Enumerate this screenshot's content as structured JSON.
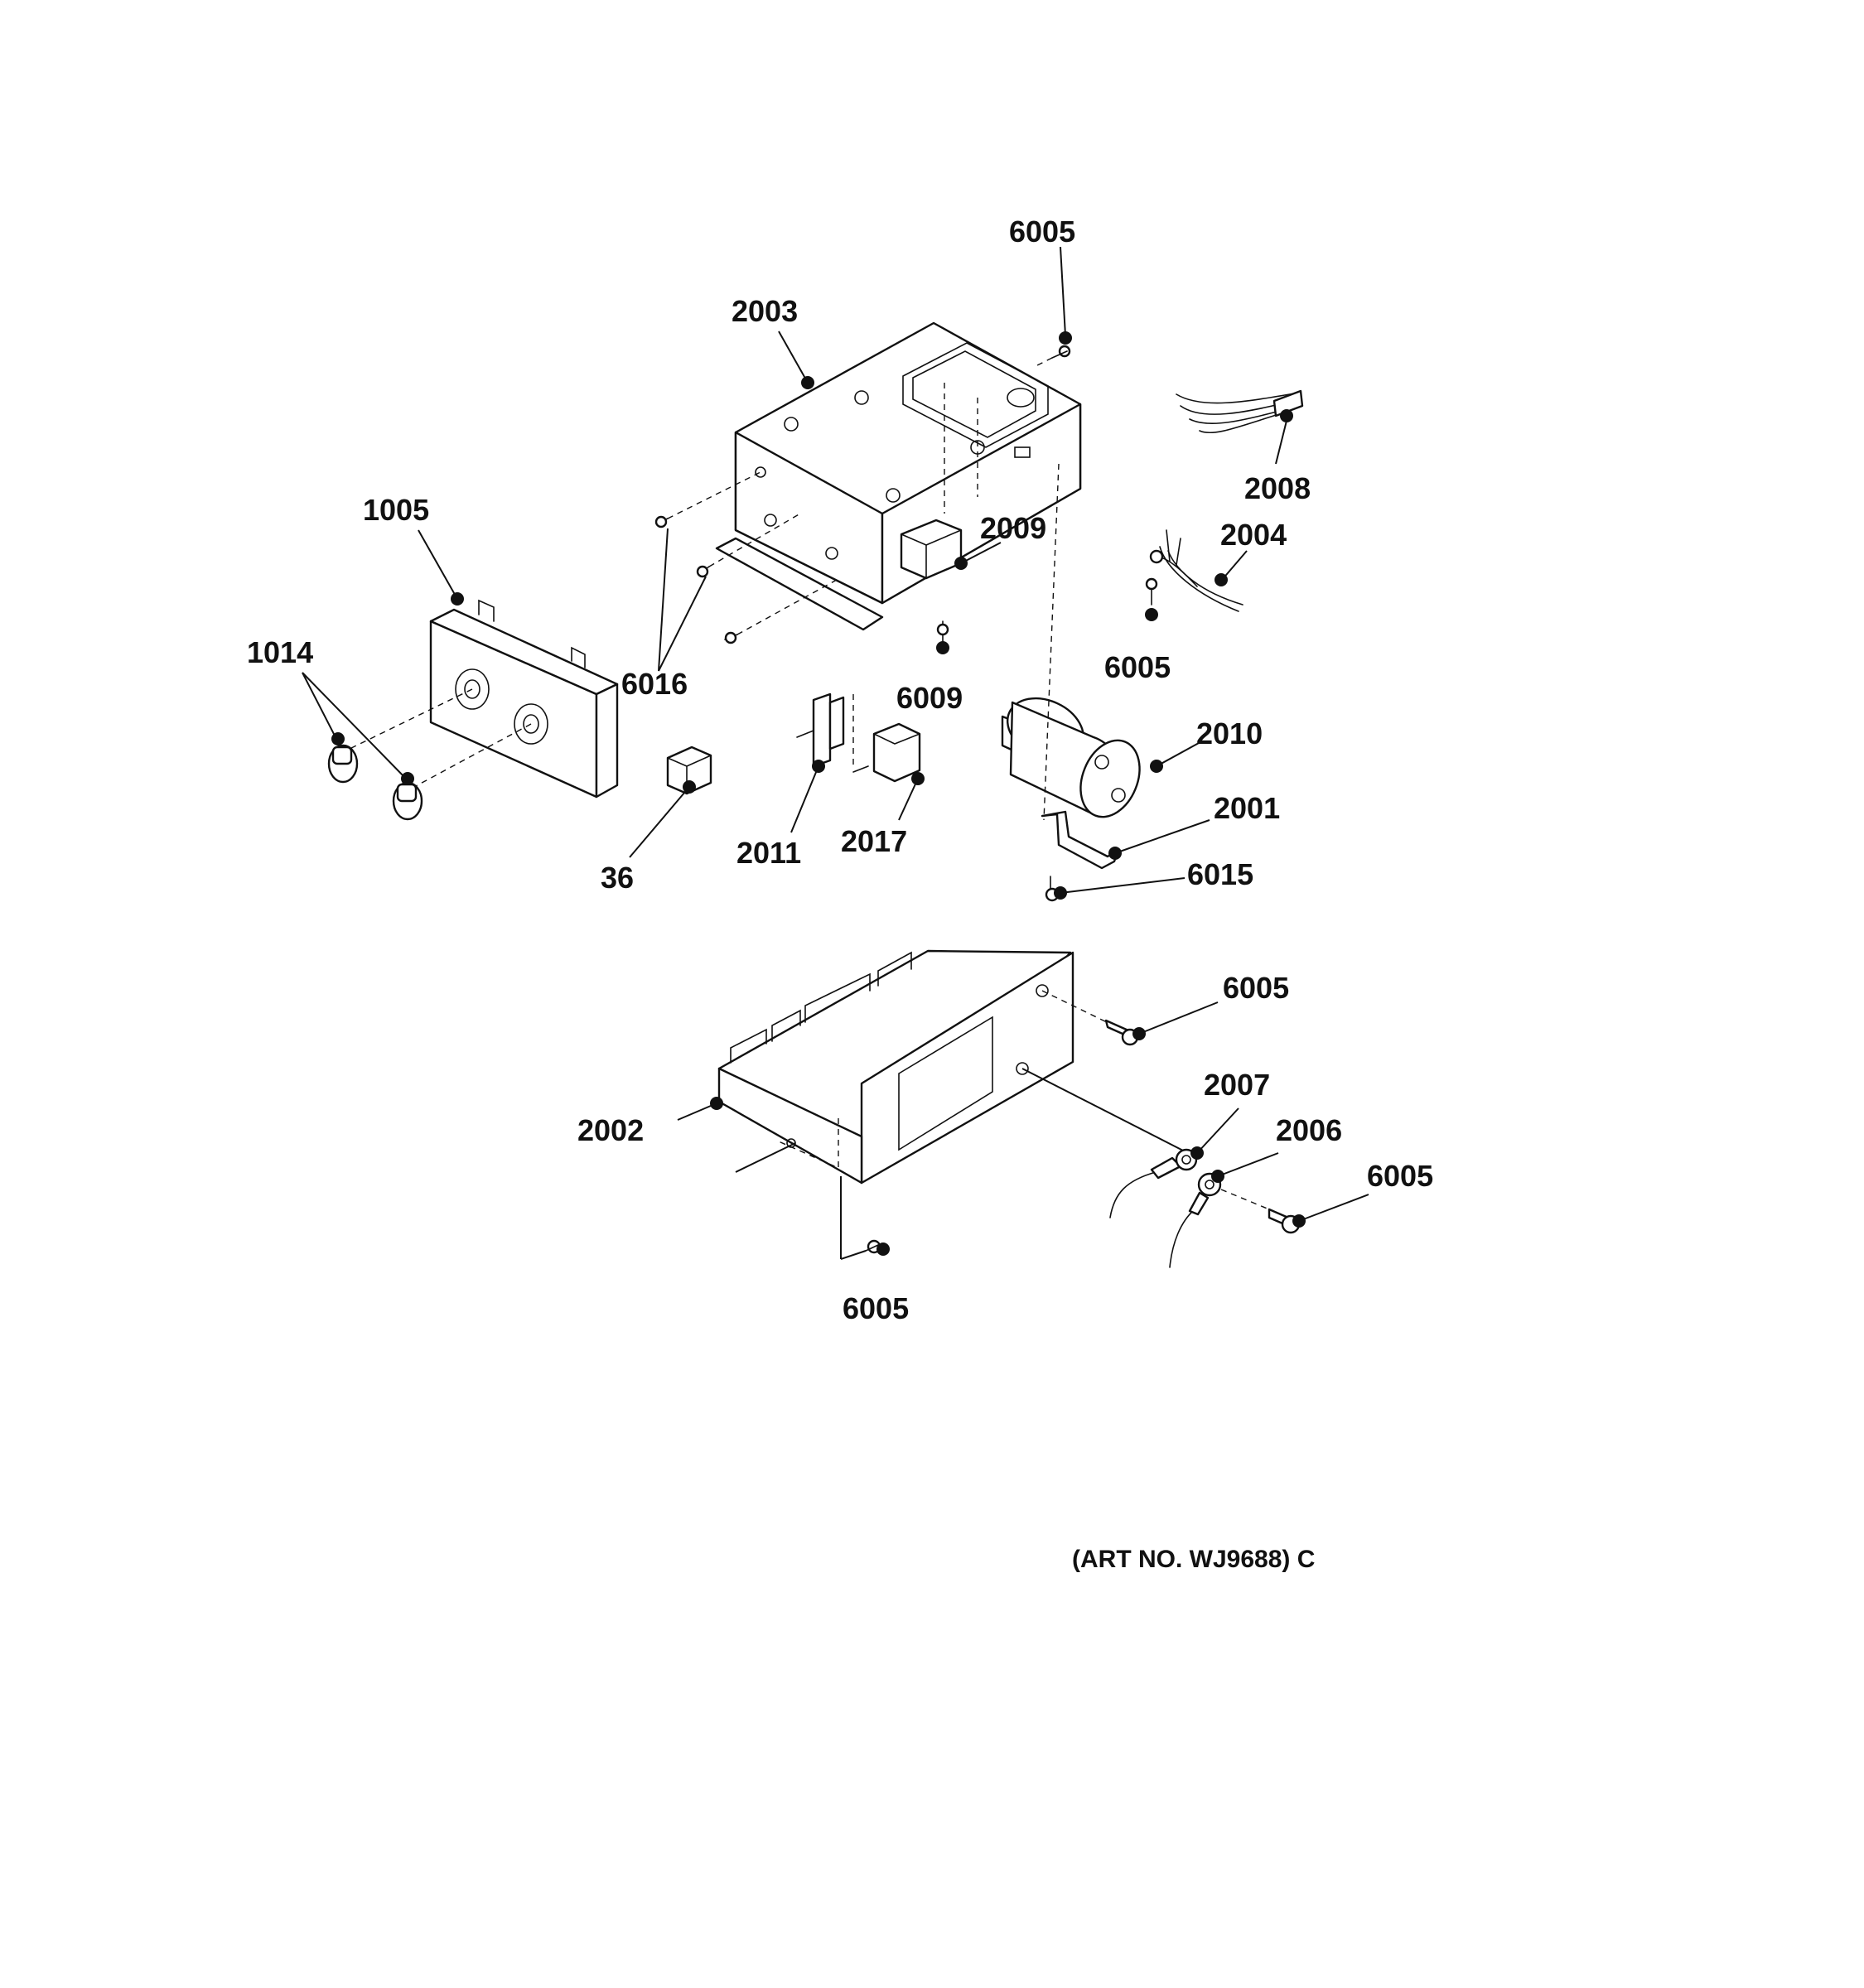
{
  "labels": {
    "l2003": "2003",
    "l6005_top": "6005",
    "l2008": "2008",
    "l2004": "2004",
    "l2009": "2009",
    "l1005": "1005",
    "l1014": "1014",
    "l6016": "6016",
    "l6009": "6009",
    "l6005_mid": "6005",
    "l2010": "2010",
    "l2001": "2001",
    "l6015": "6015",
    "l36": "36",
    "l2011": "2011",
    "l2017": "2017",
    "l6005_pan": "6005",
    "l2007": "2007",
    "l2006": "2006",
    "l6005_lug": "6005",
    "l2002": "2002",
    "l6005_bottom": "6005"
  },
  "art_number": "(ART NO. WJ9688) C"
}
